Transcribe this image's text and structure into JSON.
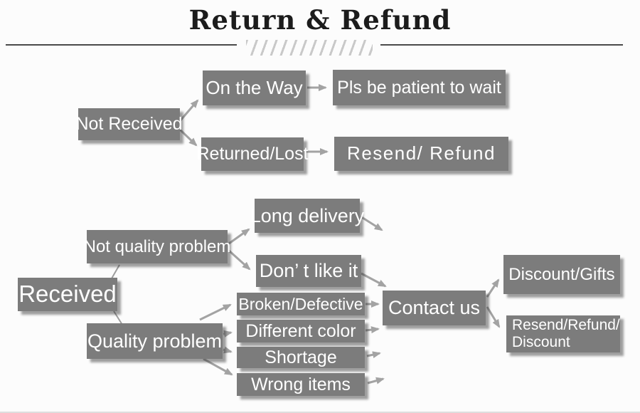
{
  "title": "Return & Refund",
  "colors": {
    "box_fill": "#7c7c7c",
    "box_text": "#ffffff",
    "arrow": "#a3a3a3",
    "title_text": "#1c1c1c",
    "rule": "#4a4a4a",
    "hatch": "#c9c9c9",
    "background": "#fcfcfc"
  },
  "nodes": {
    "not_received": "Not Received",
    "on_the_way": "On the Way",
    "pls_wait": "Pls be patient to wait",
    "returned_lost": "Returned/Lost",
    "resend_refund": "Resend/ Refund",
    "received": "Received",
    "not_quality_problem": "Not quality problem",
    "quality_problem": "Quality problem",
    "long_delivery": "Long delivery",
    "dont_like_it": "Don’ t like it",
    "broken_defective": "Broken/Defective",
    "different_color": "Different color",
    "shortage": "Shortage",
    "wrong_items": "Wrong items",
    "contact_us": "Contact us",
    "discount_gifts": "Discount/Gifts",
    "resend_refund_discount_line1": "Resend/Refund/",
    "resend_refund_discount_line2": "Discount"
  }
}
